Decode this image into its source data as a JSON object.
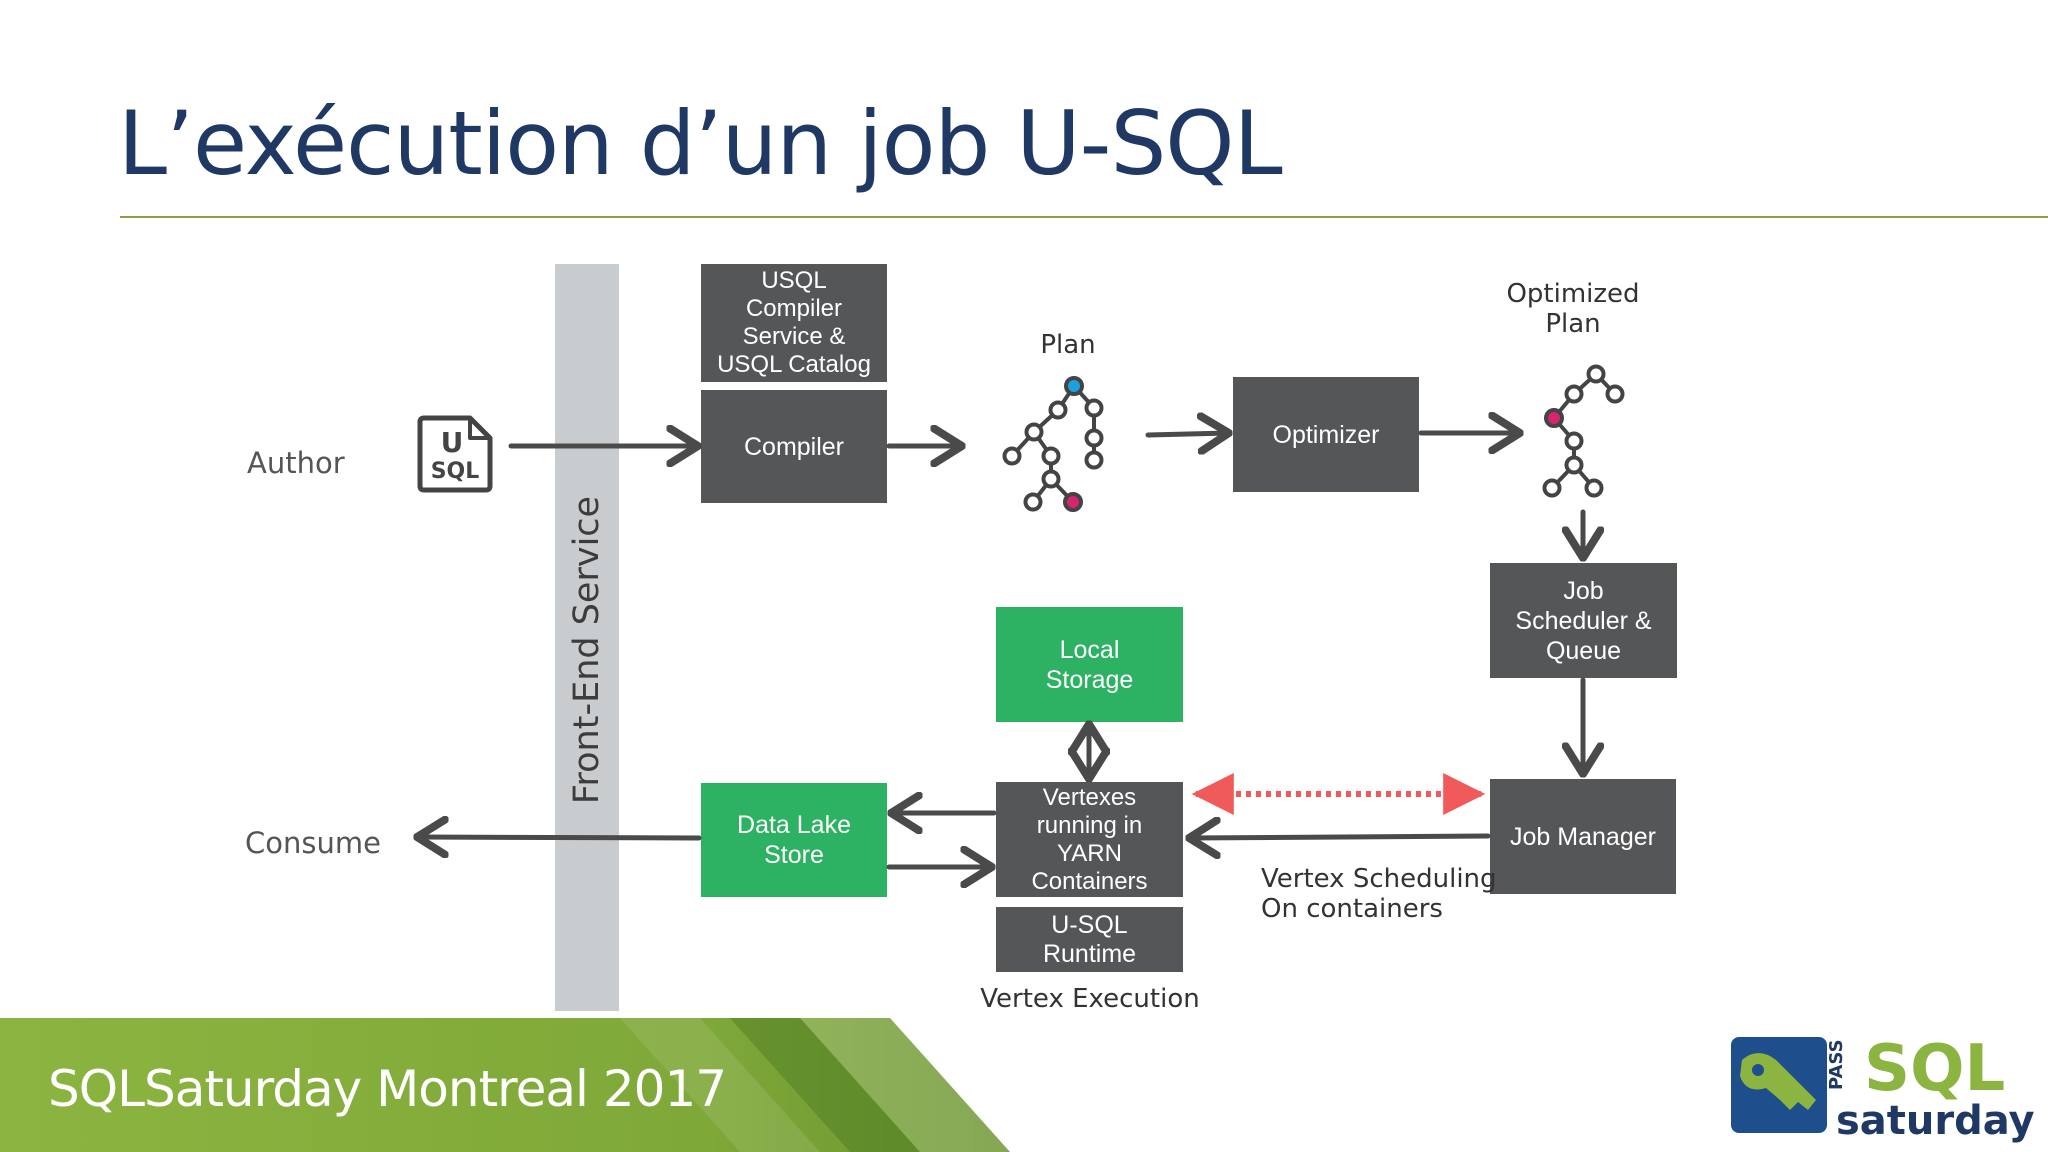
{
  "slide": {
    "title": "L’exécution d’un job U-SQL",
    "footer": "SQLSaturday Montreal 2017"
  },
  "frontend": {
    "label": "Front-End Service"
  },
  "labels": {
    "author": "Author",
    "consume": "Consume",
    "plan": "Plan",
    "optimized_plan": [
      "Optimized",
      "Plan"
    ],
    "vertex_scheduling": [
      "Vertex Scheduling",
      "On containers"
    ],
    "vertex_execution": "Vertex Execution"
  },
  "usql_icon": {
    "top": "U",
    "bottom": "SQL"
  },
  "boxes": {
    "catalog": [
      "USQL",
      "Compiler",
      "Service &",
      "USQL Catalog"
    ],
    "compiler": "Compiler",
    "optimizer": "Optimizer",
    "scheduler": [
      "Job",
      "Scheduler &",
      "Queue"
    ],
    "job_manager": "Job Manager",
    "local_storage": [
      "Local",
      "Storage"
    ],
    "vertexes": [
      "Vertexes",
      "running in",
      "YARN",
      "Containers"
    ],
    "runtime": [
      "U-SQL",
      "Runtime"
    ],
    "data_lake": [
      "Data Lake",
      "Store"
    ]
  },
  "logo": {
    "pass": "PASS",
    "sql": "SQL",
    "saturday": "saturday"
  },
  "colors": {
    "title": "#1f3864",
    "dark_box": "#555658",
    "green_box": "#2db163",
    "arrow": "#4a4a4a",
    "dotted_arrow": "#f05a5a",
    "plan_node_blue": "#1ba1e2",
    "plan_node_red": "#d6246e",
    "footer_green": "#8cb440"
  }
}
